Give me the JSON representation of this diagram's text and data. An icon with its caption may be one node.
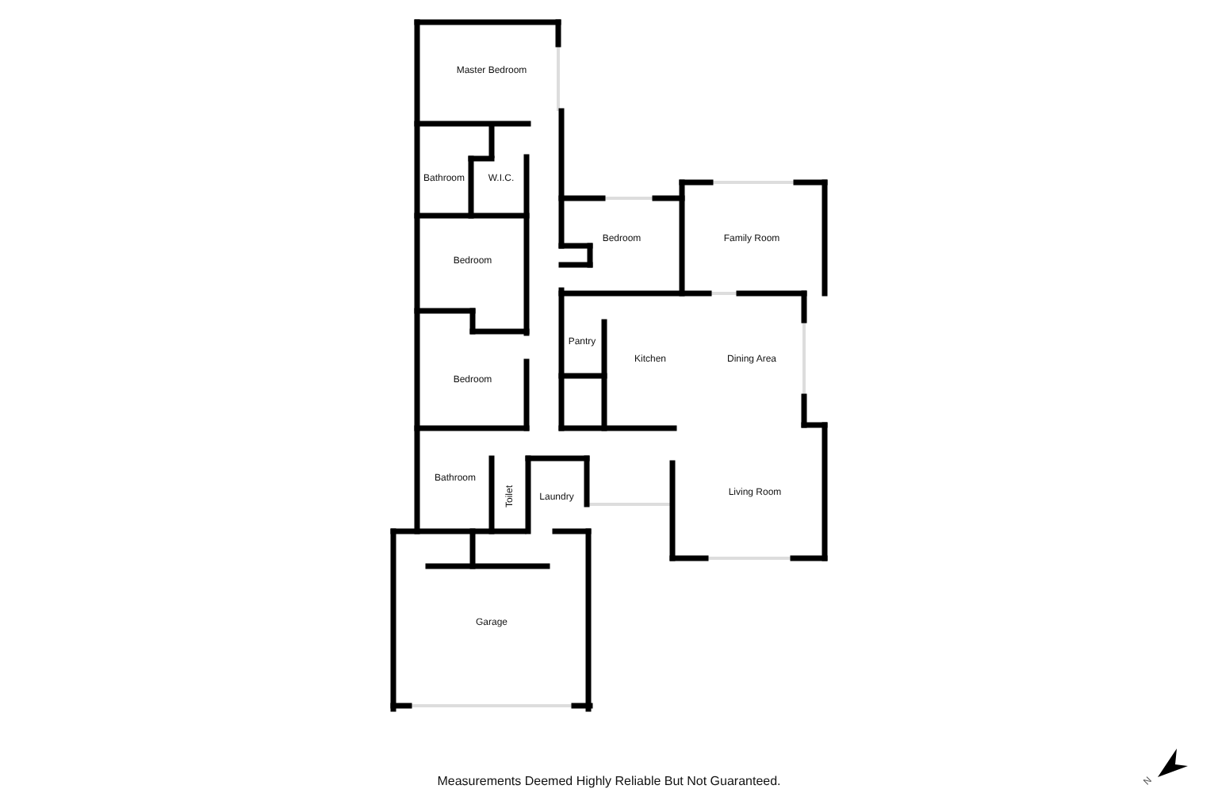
{
  "diagram": {
    "caption": "Measurements Deemed Highly Reliable But Not Guaranteed.",
    "labels": [
      "Master Bedroom",
      "Bathroom",
      "W.I.C.",
      "Bedroom",
      "Family Room",
      "Bedroom",
      "Pantry",
      "Kitchen",
      "Dining Area",
      "Bedroom",
      "Bathroom",
      "Toilet",
      "Laundry",
      "Living Room",
      "Garage",
      "N"
    ]
  }
}
